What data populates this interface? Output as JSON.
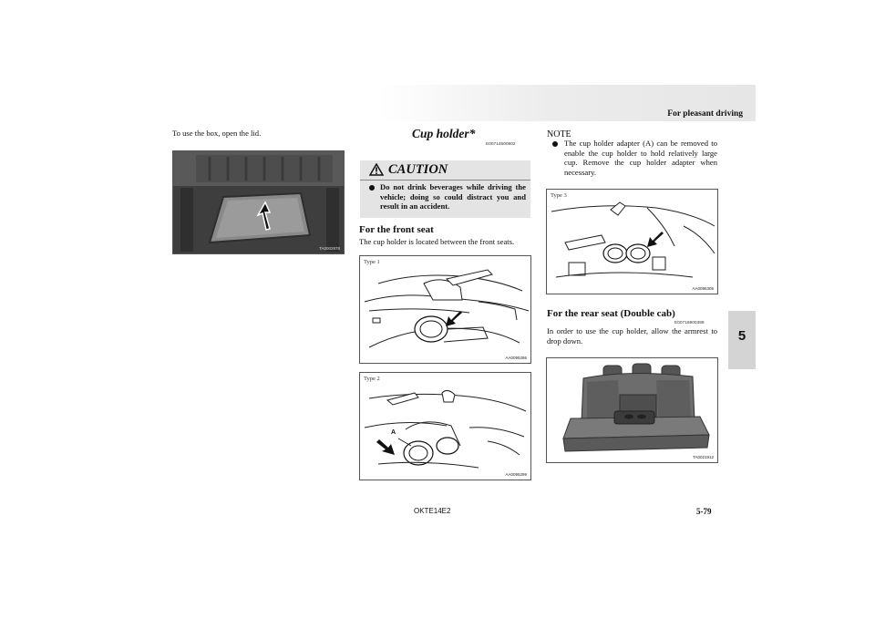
{
  "header": {
    "title": "For pleasant driving"
  },
  "chapter": {
    "number": "5"
  },
  "left_column": {
    "intro_text": "To use the box, open the lid.",
    "figure_code": "TA0002878"
  },
  "cup_holder": {
    "title": "Cup holder*",
    "ref_code": "E00714500802",
    "caution": {
      "title": "CAUTION",
      "text": "Do not drink beverages while driving the vehicle; doing so could distract you and result in an accident."
    },
    "front_seat": {
      "title": "For the front seat",
      "text": "The cup holder is located between the front seats."
    },
    "figure_type1": {
      "label": "Type 1",
      "code": "AA0095286"
    },
    "figure_type2": {
      "label": "Type 2",
      "code": "AA0095299",
      "callout": "A"
    }
  },
  "right_column": {
    "note_label": "NOTE",
    "note_text": "The cup holder adapter (A) can be removed to enable the cup holder to hold relatively large cup. Remove the cup holder adapter when necessary.",
    "figure_type3": {
      "label": "Type 3",
      "code": "AA0095305"
    },
    "rear_seat": {
      "title": "For the rear seat (Double cab)",
      "ref_code": "E00716900389",
      "text": "In order to use the cup holder, allow the armrest to drop down."
    },
    "figure_rear": {
      "code": "TA0021912"
    }
  },
  "footer": {
    "code": "OKTE14E2",
    "page": "5-79"
  }
}
